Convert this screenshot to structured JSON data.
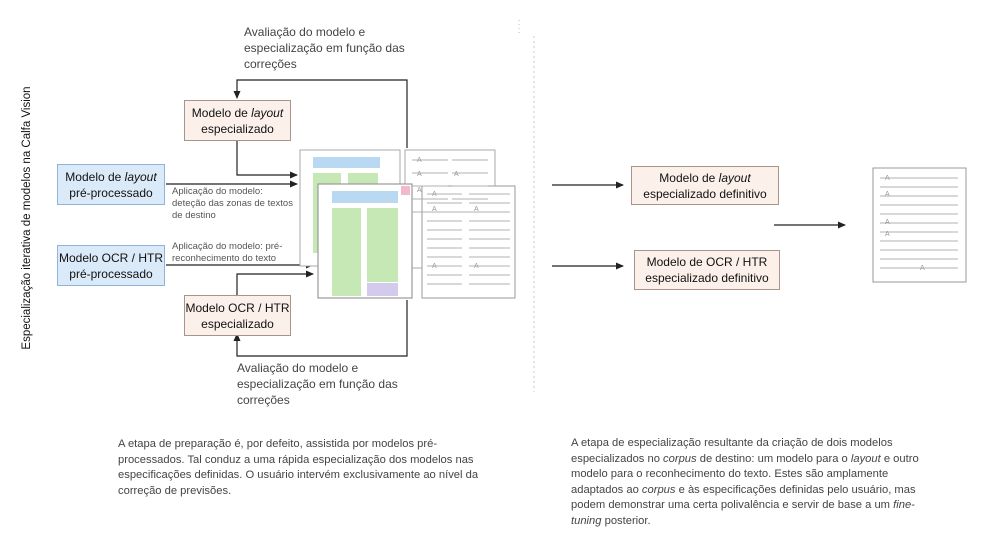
{
  "vertical_title": "Especialização iterativa de modelos na Calfa Vision",
  "top_feedback": {
    "line1": "Avaliação do modelo e",
    "line2": "especialização em função das",
    "line3": "correções"
  },
  "bottom_feedback": {
    "line1": "Avaliação do modelo e",
    "line2": "especialização em função das",
    "line3": "correções"
  },
  "layout_pre": {
    "pre": "Modelo de ",
    "em": "layout",
    "line2": "pré-processado"
  },
  "ocr_pre": {
    "line1": "Modelo OCR / HTR",
    "line2": "pré-processado"
  },
  "layout_spec": {
    "pre": "Modelo de ",
    "em": "layout",
    "line2": "especializado"
  },
  "ocr_spec": {
    "line1": "Modelo OCR / HTR",
    "line2": "especializado"
  },
  "apply_layout": {
    "line1": "Aplicação do modelo:",
    "line2": "deteção das zonas de textos",
    "line3": "de destino"
  },
  "apply_ocr": {
    "line1": "Aplicação do modelo: pré-",
    "line2": "reconhecimento do texto"
  },
  "layout_final": {
    "pre": "Modelo de ",
    "em": "layout",
    "line2": "especializado definitivo"
  },
  "ocr_final": {
    "line1": "Modelo de OCR / HTR",
    "line2": "especializado definitivo"
  },
  "doc_glyph": "A",
  "colors": {
    "blue_fill": "#dbeaf8",
    "peach_fill": "#fbf1ea",
    "green_zone": "#c5e8b4",
    "blue_zone": "#b9d9f2",
    "purple_zone": "#d2cbec",
    "pink_zone": "#f4b8cc"
  },
  "left_paragraph": {
    "l1": "A etapa de preparação é, por defeito,  assistida por modelos pré-",
    "l2": "processados. Tal conduz a uma rápida especialização dos modelos nas",
    "l3": "especificações definidas. O usuário intervém exclusivamente ao nível da",
    "l4": "correção de previsões."
  },
  "right_paragraph": {
    "l1": "A etapa de especialização resultante da criação de dois modelos",
    "l2a": "especializados no ",
    "l2em": "corpus",
    "l2b": " de destino: um modelo para o ",
    "l2em2": "layout",
    "l2c": " e outro",
    "l3": "modelo para o reconhecimento do texto. Estes são amplamente",
    "l4a": "adaptados ao ",
    "l4em": "corpus",
    "l4b": " e às especificações definidas pelo usuário, mas",
    "l5a": "podem demonstrar uma certa polivalência e servir de base a um ",
    "l5em": "fine-",
    "l6em": "tuning",
    "l6b": " posterior."
  }
}
